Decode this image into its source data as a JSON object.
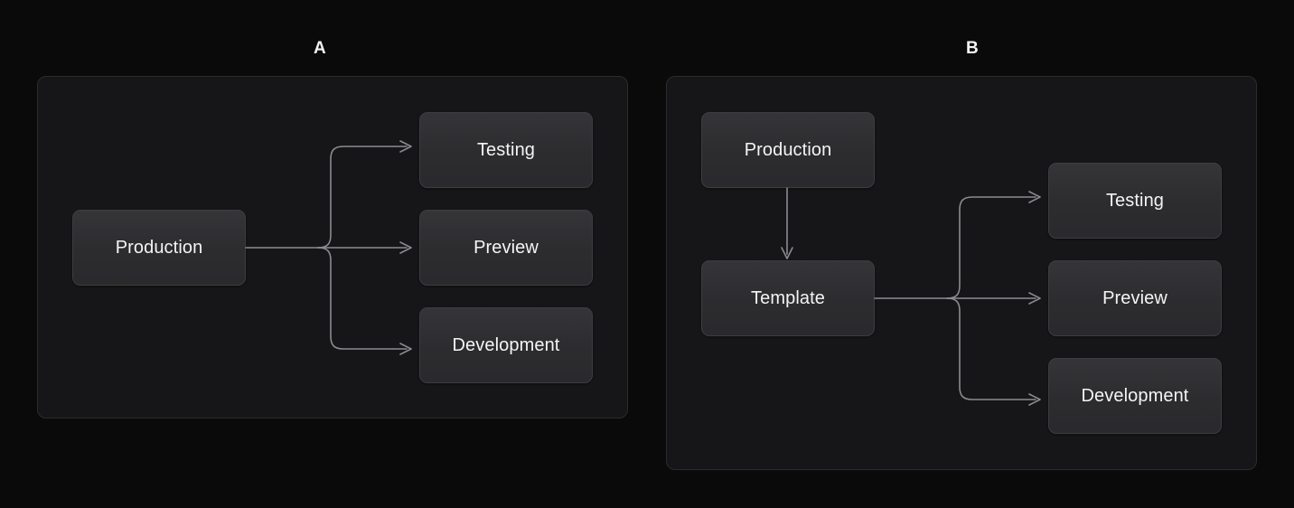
{
  "figure": {
    "background_color": "#0a0a0b",
    "panel_fill": "#161618",
    "panel_border": "#2b2b2e",
    "node_fill_top": "#353538",
    "node_fill_bottom": "#2a2a2d",
    "node_border": "#3d3d41",
    "edge_color": "#8b8b90",
    "text_color": "#f4f4f5"
  },
  "panels": [
    {
      "id": "panel-a",
      "label": "A",
      "nodes": {
        "source": "Production",
        "targets": [
          "Testing",
          "Preview",
          "Development"
        ]
      }
    },
    {
      "id": "panel-b",
      "label": "B",
      "nodes": {
        "source": "Production",
        "intermediate": "Template",
        "targets": [
          "Testing",
          "Preview",
          "Development"
        ]
      }
    }
  ],
  "edges": {
    "arrowhead_style": "chevron",
    "routing": "orthogonal-rounded"
  }
}
